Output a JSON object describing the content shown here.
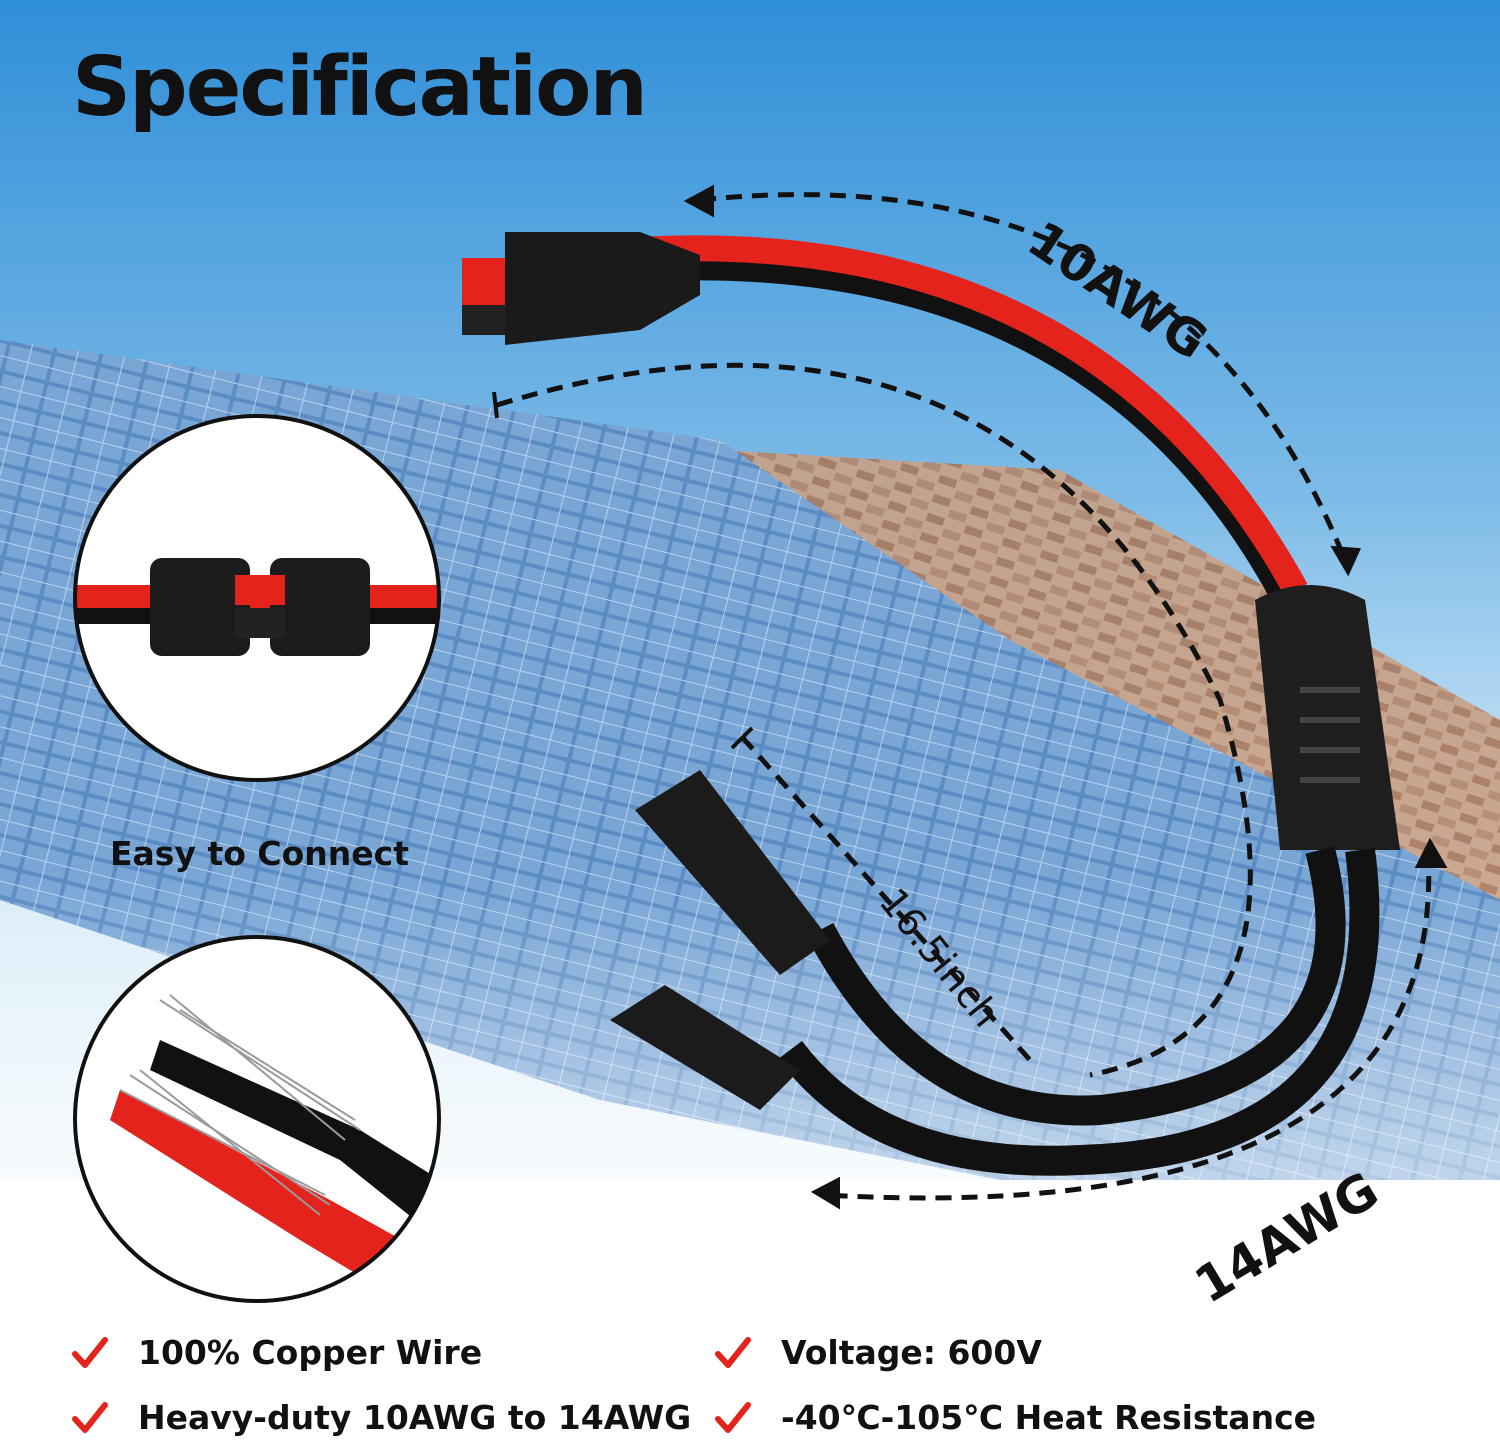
{
  "title": "Specification",
  "labels": {
    "awg_top": "10AWG",
    "awg_bottom": "14AWG",
    "length": "16.5inch",
    "easy_connect": "Easy to Connect"
  },
  "features": [
    {
      "text": "100% Copper Wire"
    },
    {
      "text": "Voltage: 600V"
    },
    {
      "text": "Heavy-duty 10AWG to 14AWG"
    },
    {
      "text": "-40℃-105℃ Heat Resistance"
    }
  ],
  "icons": {
    "check": "check-mark-icon",
    "arrow": "dashed-arrow-icon"
  },
  "colors": {
    "sky": "#2f8fd8",
    "panel": "#3d6fa8",
    "wire_red": "#e3231c",
    "wire_black": "#111111",
    "check": "#e3231c",
    "roof": "#b98a6c"
  }
}
